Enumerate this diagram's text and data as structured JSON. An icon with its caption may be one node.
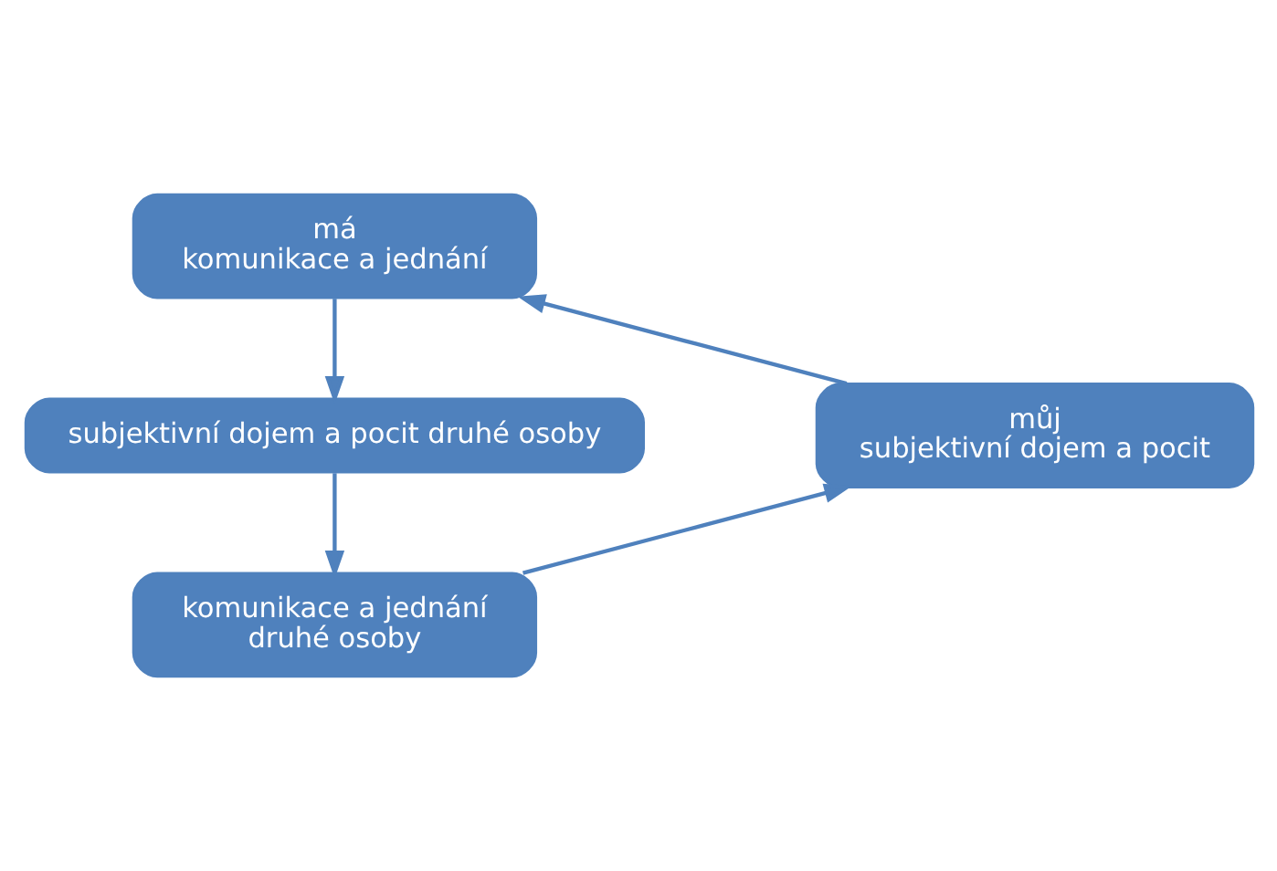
{
  "diagram": {
    "nodes": [
      {
        "text": [
          "má",
          "komunikace a jednání"
        ]
      },
      {
        "text": [
          "subjektivní dojem a pocit druhé osoby"
        ]
      },
      {
        "text": [
          "komunikace a jednání",
          "druhé osoby"
        ]
      },
      {
        "text": [
          "můj",
          "subjektivní dojem a pocit"
        ]
      }
    ],
    "edges": [
      {
        "from": 0,
        "to": 1,
        "arrow": "to"
      },
      {
        "from": 1,
        "to": 2,
        "arrow": "to"
      },
      {
        "from": 2,
        "to": 3,
        "arrow": "to"
      },
      {
        "from": 3,
        "to": 0,
        "arrow": "to"
      }
    ]
  }
}
